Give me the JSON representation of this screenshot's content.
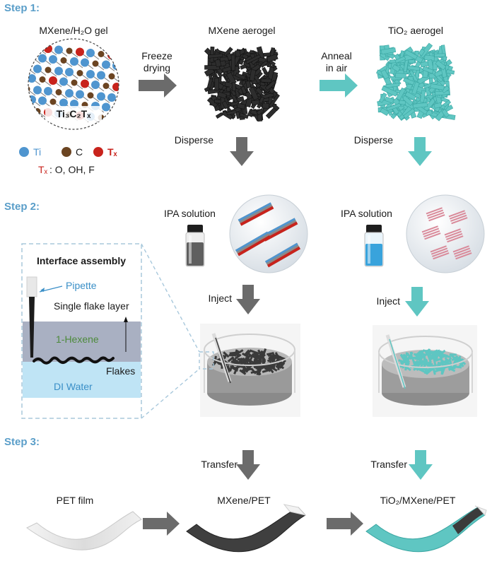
{
  "steps": [
    "Step 1:",
    "Step 2:",
    "Step 3:"
  ],
  "step1": {
    "gel_title": "MXene/H₂O gel",
    "formula": "Ti₃C₂Tₓ",
    "freeze_line1": "Freeze",
    "freeze_line2": "drying",
    "mxene_aerogel": "MXene aerogel",
    "anneal_line1": "Anneal",
    "anneal_line2": "in air",
    "tio2_aerogel": "TiO₂ aerogel",
    "disperse_left": "Disperse",
    "disperse_right": "Disperse",
    "legend": {
      "ti": "Ti",
      "c": "C",
      "tx": "Tₓ",
      "tx_prefix": "Tₓ",
      "tx_def": ": O, OH, F"
    }
  },
  "step2": {
    "ipa_left": "IPA solution",
    "ipa_right": "IPA solution",
    "inject_left": "Inject",
    "inject_right": "Inject",
    "inset": {
      "title": "Interface assembly",
      "pipette": "Pipette",
      "single_layer": "Single flake layer",
      "hexene": "1-Hexene",
      "flakes": "Flakes",
      "water": "DI Water"
    }
  },
  "step3": {
    "transfer_left": "Transfer",
    "transfer_right": "Transfer",
    "pet": "PET film",
    "mxene_pet": "MXene/PET",
    "tio2_pet": "TiO₂/MXene/PET"
  },
  "colors": {
    "step_blue": "#5a9ec9",
    "arrow_gray": "#6b6b6b",
    "teal": "#5fc6c2",
    "ti_blue": "#4f95cf",
    "c_brown": "#6b4421",
    "tx_red": "#c8231c",
    "hexene_green": "#4d8a3b",
    "water_text": "#3a8fc7",
    "hexene_band": "#a9b0c2",
    "water_band": "#bfe4f5"
  }
}
